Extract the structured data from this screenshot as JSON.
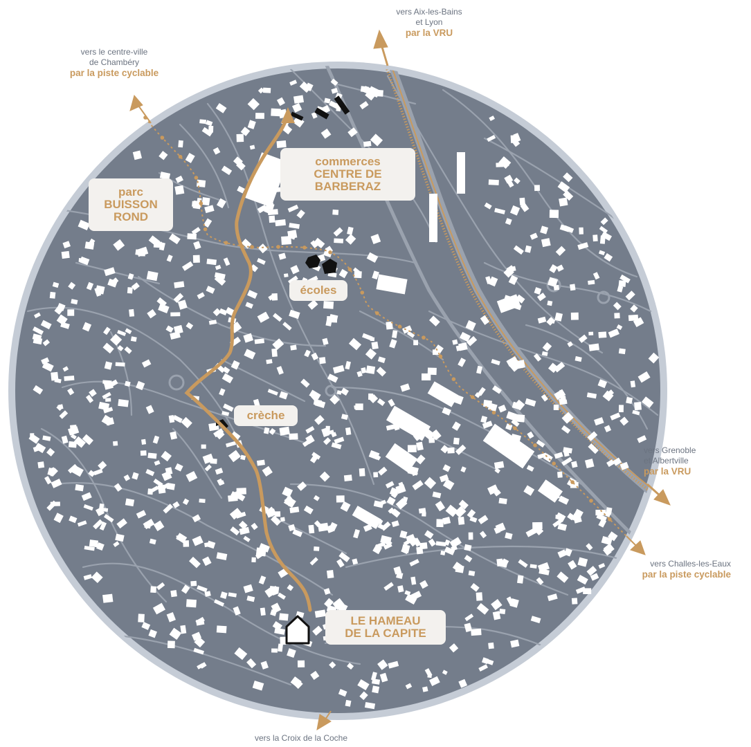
{
  "colors": {
    "map_fill": "#747d8b",
    "ring": "#c5ccd6",
    "road": "#9aa2ae",
    "building": "#ffffff",
    "route_gold": "#c99a5e",
    "label_bg": "#f3f1ee",
    "label_text": "#c99a5e",
    "ext_text_grey": "#6b7380",
    "highlight_building": "#111111"
  },
  "places": {
    "parc": [
      "parc",
      "BUISSON",
      "ROND"
    ],
    "commerces": [
      "commerces",
      "CENTRE DE",
      "BARBERAZ"
    ],
    "ecoles": "écoles",
    "creche": "crèche",
    "hameau": [
      "LE HAMEAU",
      "DE LA CAPITE"
    ]
  },
  "destinations": {
    "chambery": {
      "lines": [
        "vers le centre-ville",
        "de Chambéry"
      ],
      "mode": "par la piste cyclable"
    },
    "aix": {
      "lines": [
        "vers Aix-les-Bains",
        "et Lyon"
      ],
      "mode": "par la VRU"
    },
    "grenoble": {
      "lines": [
        "vers Grenoble",
        "et Albertville"
      ],
      "mode": "par la VRU"
    },
    "challes": {
      "lines": [
        "vers Challes-les-Eaux"
      ],
      "mode": "par la piste cyclable"
    },
    "croix": {
      "lines": [
        "vers la Croix de la Coche"
      ],
      "mode": ""
    }
  },
  "icons": {
    "home": "house-icon",
    "arrows": "direction-arrow-icon"
  }
}
